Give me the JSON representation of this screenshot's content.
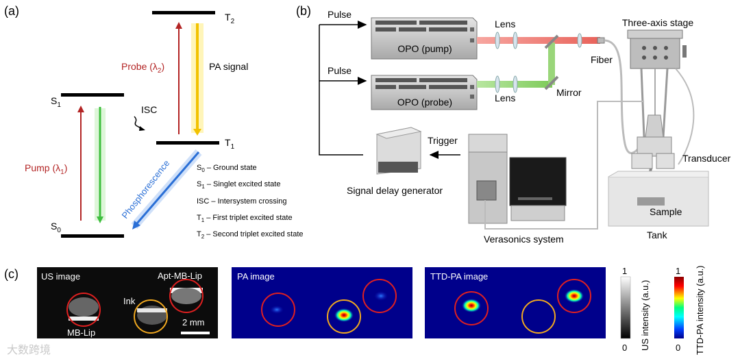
{
  "panels": {
    "a": {
      "label": "(a)",
      "levels": {
        "S0": "S",
        "S0_sub": "0",
        "S1": "S",
        "S1_sub": "1",
        "T1": "T",
        "T1_sub": "1",
        "T2": "T",
        "T2_sub": "2"
      },
      "pump": {
        "text": "Pump (λ",
        "sub": "1",
        "close": ")"
      },
      "probe": {
        "text": "Probe (λ",
        "sub": "2",
        "close": ")"
      },
      "pa_signal": "PA signal",
      "isc": "ISC",
      "phosphorescence": "Phosphorescence",
      "legend": [
        {
          "sym": "S",
          "sub": "0",
          "text": " – Ground state"
        },
        {
          "sym": "S",
          "sub": "1",
          "text": " – Singlet excited state"
        },
        {
          "sym": "ISC",
          "sub": "",
          "text": " – Intersystem crossing"
        },
        {
          "sym": "T",
          "sub": "1",
          "text": " – First triplet excited state"
        },
        {
          "sym": "T",
          "sub": "2",
          "text": " – Second triplet excited state"
        }
      ],
      "colors": {
        "pump": "#b32424",
        "probe": "#b32424",
        "pa": "#f2c200",
        "green": "#3fbf3f",
        "blue": "#2a6fd6"
      }
    },
    "b": {
      "label": "(b)",
      "pulse_top": "Pulse",
      "pulse_bottom": "Pulse",
      "opo_pump": "OPO (pump)",
      "opo_probe": "OPO (probe)",
      "lens_top": "Lens",
      "lens_bottom": "Lens",
      "mirror": "Mirror",
      "fiber": "Fiber",
      "stage": "Three-axis stage",
      "transducer": "Transducer",
      "sample": "Sample",
      "tank": "Tank",
      "trigger": "Trigger",
      "delay_gen": "Signal delay generator",
      "verasonics": "Verasonics system"
    },
    "c": {
      "label": "(c)",
      "us_title": "US image",
      "apt_label": "Apt-MB-Lip",
      "ink_label": "Ink",
      "mblip_label": "MB-Lip",
      "scale_label": "2 mm",
      "pa_title": "PA image",
      "ttd_title": "TTD-PA image",
      "us_bar": {
        "max": "1",
        "min": "0",
        "label": "US intensity (a.u.)"
      },
      "ttd_bar": {
        "max": "1",
        "min": "0",
        "label": "TTD-PA intensity (a.u.)"
      }
    }
  },
  "watermark": "大数跨境"
}
